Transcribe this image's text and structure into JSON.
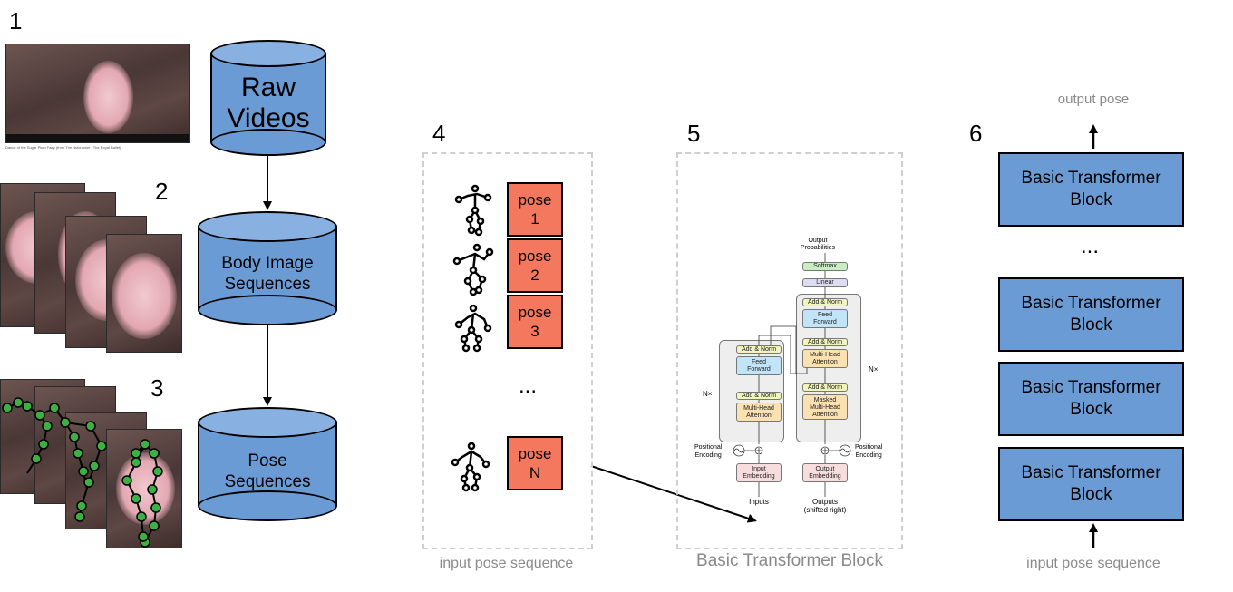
{
  "steps": {
    "s1": "1",
    "s2": "2",
    "s3": "3",
    "s4": "4",
    "s5": "5",
    "s6": "6"
  },
  "databases": {
    "raw": [
      "Raw",
      "Videos"
    ],
    "body": [
      "Body Image",
      "Sequences"
    ],
    "pose": [
      "Pose",
      "Sequences"
    ]
  },
  "video_caption": "Dance of the Sugar Plum Fairy (from The Nutcracker | The Royal Ballet)",
  "pose_list": {
    "items": [
      {
        "word": "pose",
        "index": "1"
      },
      {
        "word": "pose",
        "index": "2"
      },
      {
        "word": "pose",
        "index": "3"
      },
      {
        "word": "pose",
        "index": "N"
      }
    ],
    "ellipsis": "...",
    "caption": "input pose sequence"
  },
  "transformer_figure": {
    "caption": "Basic Transformer Block",
    "output_probabilities": [
      "Output",
      "Probabilities"
    ],
    "softmax": "Softmax",
    "linear": "Linear",
    "add_norm": "Add & Norm",
    "feed_forward": [
      "Feed",
      "Forward"
    ],
    "multi_head_attention": [
      "Multi-Head",
      "Attention"
    ],
    "masked_attention": [
      "Masked",
      "Multi-Head",
      "Attention"
    ],
    "nx": "N×",
    "positional_encoding": [
      "Positional",
      "Encoding"
    ],
    "input_embedding": [
      "Input",
      "Embedding"
    ],
    "output_embedding": [
      "Output",
      "Embedding"
    ],
    "inputs": "Inputs",
    "outputs": [
      "Outputs",
      "(shifted right)"
    ]
  },
  "stack": {
    "output_label": "output pose",
    "block_label": [
      "Basic Transformer",
      "Block"
    ],
    "ellipsis": "...",
    "input_label": "input pose sequence"
  },
  "colors": {
    "db_blue": "#6b9bd5",
    "pose_orange": "#f4785e",
    "keypoint_green": "#3cb043",
    "dashed_border": "#cfcfcf"
  }
}
